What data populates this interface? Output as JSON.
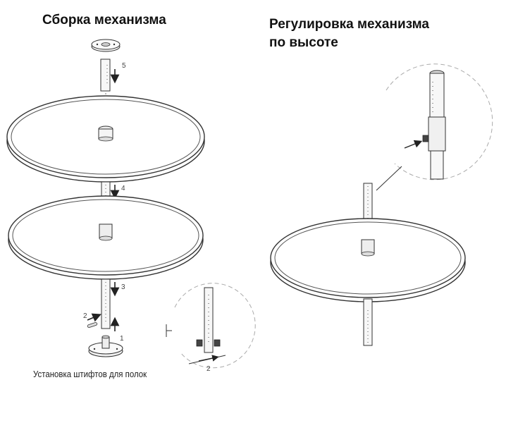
{
  "titles": {
    "assembly": "Сборка механизма",
    "adjust_line1": "Регулировка механизма",
    "adjust_line2": "по высоте"
  },
  "caption": "Установка штифтов для полок",
  "step_labels": {
    "step1": "1",
    "step2": "2",
    "step3": "3",
    "step4": "4",
    "step5": "5",
    "detail_2": "2"
  },
  "colors": {
    "line": "#333333",
    "light_line": "#888888",
    "tray_fill": "#ffffff",
    "rim": "#555555",
    "dashed_circle": "#999999"
  }
}
